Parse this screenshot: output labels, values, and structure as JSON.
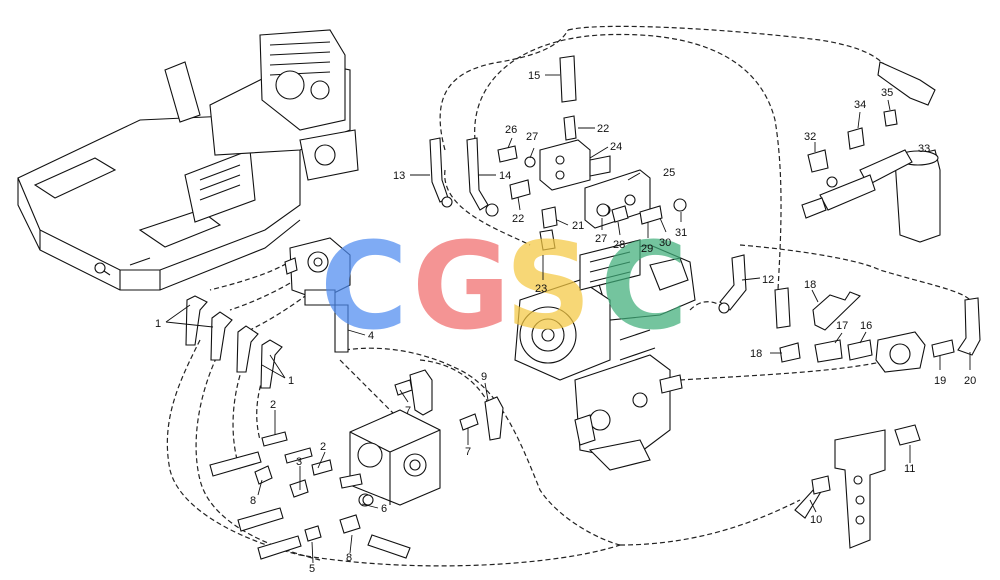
{
  "watermark": {
    "letters": [
      {
        "char": "C",
        "color": "#4f8cf0"
      },
      {
        "char": "G",
        "color": "#f06b6b"
      },
      {
        "char": "S",
        "color": "#f5c842"
      },
      {
        "char": "C",
        "color": "#3fae7a"
      }
    ]
  },
  "callouts": [
    "1",
    "2",
    "3",
    "4",
    "5",
    "6",
    "7",
    "8",
    "9",
    "10",
    "11",
    "12",
    "13",
    "14",
    "15",
    "16",
    "17",
    "18",
    "19",
    "20",
    "21",
    "22",
    "23",
    "24",
    "25",
    "26",
    "27",
    "28",
    "29",
    "30",
    "31",
    "32",
    "33",
    "34",
    "35"
  ]
}
